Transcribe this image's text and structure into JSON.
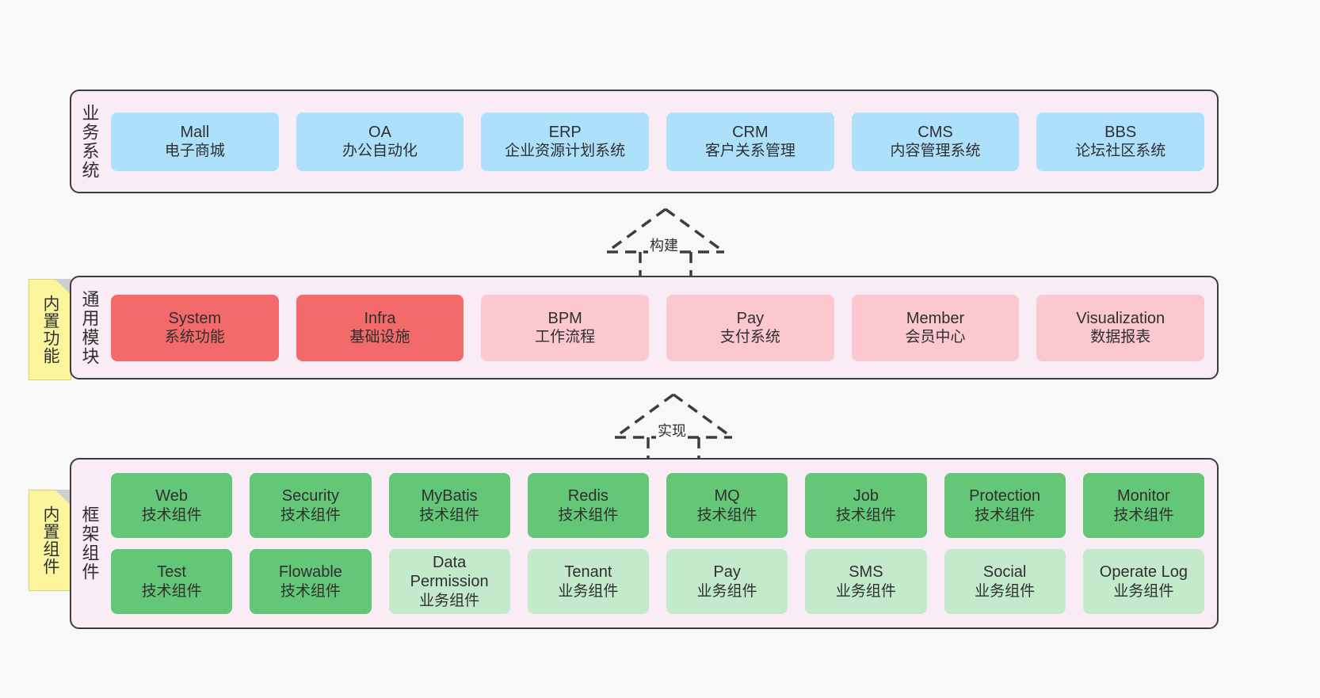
{
  "layers": {
    "business": {
      "label": "业务系统",
      "items": [
        {
          "en": "Mall",
          "cn": "电子商城"
        },
        {
          "en": "OA",
          "cn": "办公自动化"
        },
        {
          "en": "ERP",
          "cn": "企业资源计划系统"
        },
        {
          "en": "CRM",
          "cn": "客户关系管理"
        },
        {
          "en": "CMS",
          "cn": "内容管理系统"
        },
        {
          "en": "BBS",
          "cn": "论坛社区系统"
        }
      ]
    },
    "common": {
      "label": "通用模块",
      "note": "内置功能",
      "items": [
        {
          "en": "System",
          "cn": "系统功能"
        },
        {
          "en": "Infra",
          "cn": "基础设施"
        },
        {
          "en": "BPM",
          "cn": "工作流程"
        },
        {
          "en": "Pay",
          "cn": "支付系统"
        },
        {
          "en": "Member",
          "cn": "会员中心"
        },
        {
          "en": "Visualization",
          "cn": "数据报表"
        }
      ]
    },
    "framework": {
      "label": "框架组件",
      "note": "内置组件",
      "row1": [
        {
          "en": "Web",
          "cn": "技术组件"
        },
        {
          "en": "Security",
          "cn": "技术组件"
        },
        {
          "en": "MyBatis",
          "cn": "技术组件"
        },
        {
          "en": "Redis",
          "cn": "技术组件"
        },
        {
          "en": "MQ",
          "cn": "技术组件"
        },
        {
          "en": "Job",
          "cn": "技术组件"
        },
        {
          "en": "Protection",
          "cn": "技术组件"
        },
        {
          "en": "Monitor",
          "cn": "技术组件"
        }
      ],
      "row2": [
        {
          "en": "Test",
          "cn": "技术组件"
        },
        {
          "en": "Flowable",
          "cn": "技术组件"
        },
        {
          "en": "Data Permission",
          "cn": "业务组件"
        },
        {
          "en": "Tenant",
          "cn": "业务组件"
        },
        {
          "en": "Pay",
          "cn": "业务组件"
        },
        {
          "en": "SMS",
          "cn": "业务组件"
        },
        {
          "en": "Social",
          "cn": "业务组件"
        },
        {
          "en": "Operate Log",
          "cn": "业务组件"
        }
      ]
    }
  },
  "arrows": {
    "build": "构建",
    "implement": "实现"
  },
  "colors": {
    "panel_bg": "#f9ecf5",
    "panel_border": "#3d3d3d",
    "business_cell": "#ade0fb",
    "common_cell_strong": "#f26a6a",
    "common_cell_soft": "#fbc8d0",
    "framework_tech": "#63c777",
    "framework_biz": "#c3eacb",
    "note_bg": "#faf49c",
    "page_bg": "#f8f8f8"
  }
}
